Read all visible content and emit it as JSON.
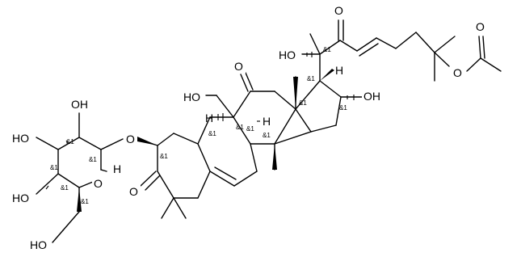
{
  "atoms": {
    "o_ketone_top": "O",
    "oh_c20": "HO",
    "h_c17": "H",
    "oh_c16": "OH",
    "o_ester": "O",
    "o_acetyl": "O",
    "o_c11": "O",
    "ho_c19": "HO",
    "h_c10": "H",
    "h_c8": "H",
    "o_glycoside": "O",
    "o_c3": "O",
    "oh_sugar_top": "OH",
    "ho_sugar_left": "HO",
    "ho_sugar_bottom": "HO",
    "o_ring_sugar": "O",
    "h_anomeric": "H",
    "ho_ch2": "HO"
  },
  "stereo_label": "&1"
}
